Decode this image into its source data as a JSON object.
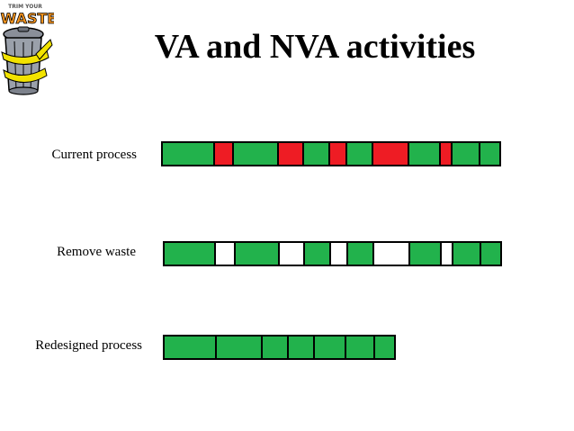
{
  "title": "VA and NVA activities",
  "logo": {
    "icon": "trash-can-icon",
    "text_top": "TRIM YOUR",
    "text_main": "WASTE"
  },
  "colors": {
    "va": "#22b24c",
    "nva": "#ee1c24",
    "removed": "#ffffff",
    "border": "#000000"
  },
  "rows": [
    {
      "label": "Current process",
      "segments": [
        "va",
        "nva",
        "va",
        "nva",
        "va",
        "nva",
        "va",
        "nva",
        "va",
        "nva",
        "va",
        "va"
      ],
      "weights": [
        58,
        20,
        50,
        27,
        28,
        18,
        28,
        40,
        34,
        12,
        30,
        22
      ]
    },
    {
      "label": "Remove waste",
      "segments": [
        "va",
        "removed",
        "va",
        "removed",
        "va",
        "removed",
        "va",
        "removed",
        "va",
        "removed",
        "va",
        "va"
      ],
      "weights": [
        58,
        20,
        50,
        27,
        28,
        18,
        28,
        40,
        34,
        12,
        30,
        22
      ]
    },
    {
      "label": "Redesigned process",
      "segments": [
        "va",
        "va",
        "va",
        "va",
        "va",
        "va",
        "va"
      ],
      "weights": [
        58,
        50,
        28,
        28,
        34,
        30,
        22
      ]
    }
  ]
}
